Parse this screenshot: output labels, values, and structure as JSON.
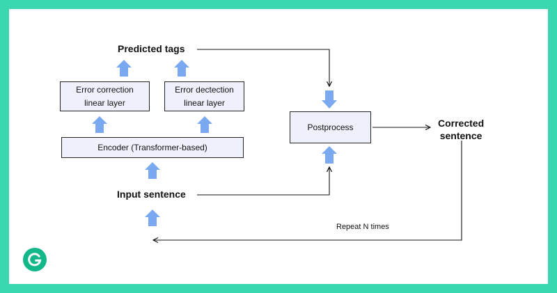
{
  "labels": {
    "predicted_tags": "Predicted tags",
    "input_sentence": "Input sentence",
    "corrected_sentence_line1": "Corrected",
    "corrected_sentence_line2": "sentence",
    "repeat": "Repeat N times"
  },
  "boxes": {
    "error_correction_line1": "Error correction",
    "error_correction_line2": "linear layer",
    "error_detection_line1": "Error dectection",
    "error_detection_line2": "linear layer",
    "encoder": "Encoder (Transformer-based)",
    "postprocess": "Postprocess"
  },
  "colors": {
    "frame": "#3bd7b0",
    "box_fill": "#eef0fb",
    "block_arrow": "#7aa9f2",
    "logo": "#12b88a"
  },
  "logo": {
    "icon": "grammarly-g-icon"
  }
}
